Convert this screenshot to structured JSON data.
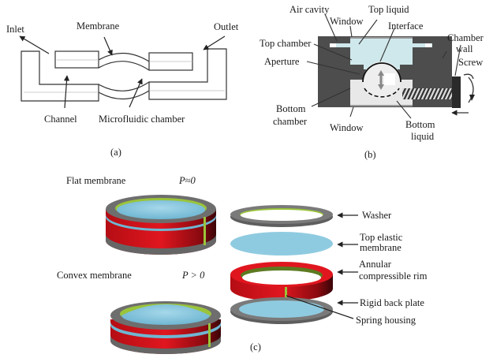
{
  "panel_a": {
    "caption": "(a)",
    "labels": {
      "inlet": "Inlet",
      "membrane": "Membrane",
      "outlet": "Outlet",
      "channel": "Channel",
      "microfluidic_chamber": "Microfluidic chamber"
    }
  },
  "panel_b": {
    "caption": "(b)",
    "labels": {
      "air_cavity": "Air cavity",
      "window_top": "Window",
      "top_liquid": "Top liquid",
      "interface": "Interface",
      "top_chamber": "Top chamber",
      "aperture": "Aperture",
      "chamber": "Chamber",
      "wall": "wall",
      "screw": "Screw",
      "bottom": "Bottom",
      "chamber2": "chamber",
      "window_bottom": "Window",
      "bottom2": "Bottom",
      "liquid": "liquid"
    },
    "colors": {
      "wall": "#4d4d4d",
      "top_liquid": "#cfe8ec",
      "bottom_liquid": "#e8e8e8"
    }
  },
  "panel_c": {
    "caption": "(c)",
    "labels": {
      "flat_membrane": "Flat membrane",
      "p_flat": "P≈0",
      "convex_membrane": "Convex membrane",
      "p_convex": "P > 0",
      "washer": "Washer",
      "top_elastic": "Top elastic",
      "membrane": "membrane",
      "annular": "Annular",
      "compressible_rim": "compressible rim",
      "rigid_back_plate": "Rigid back plate",
      "spring_housing": "Spring housing"
    },
    "colors": {
      "rim": "#d8141c",
      "membrane": "#8fcbe0",
      "washer": "#6e6e6e",
      "accent": "#9ac43a"
    }
  }
}
